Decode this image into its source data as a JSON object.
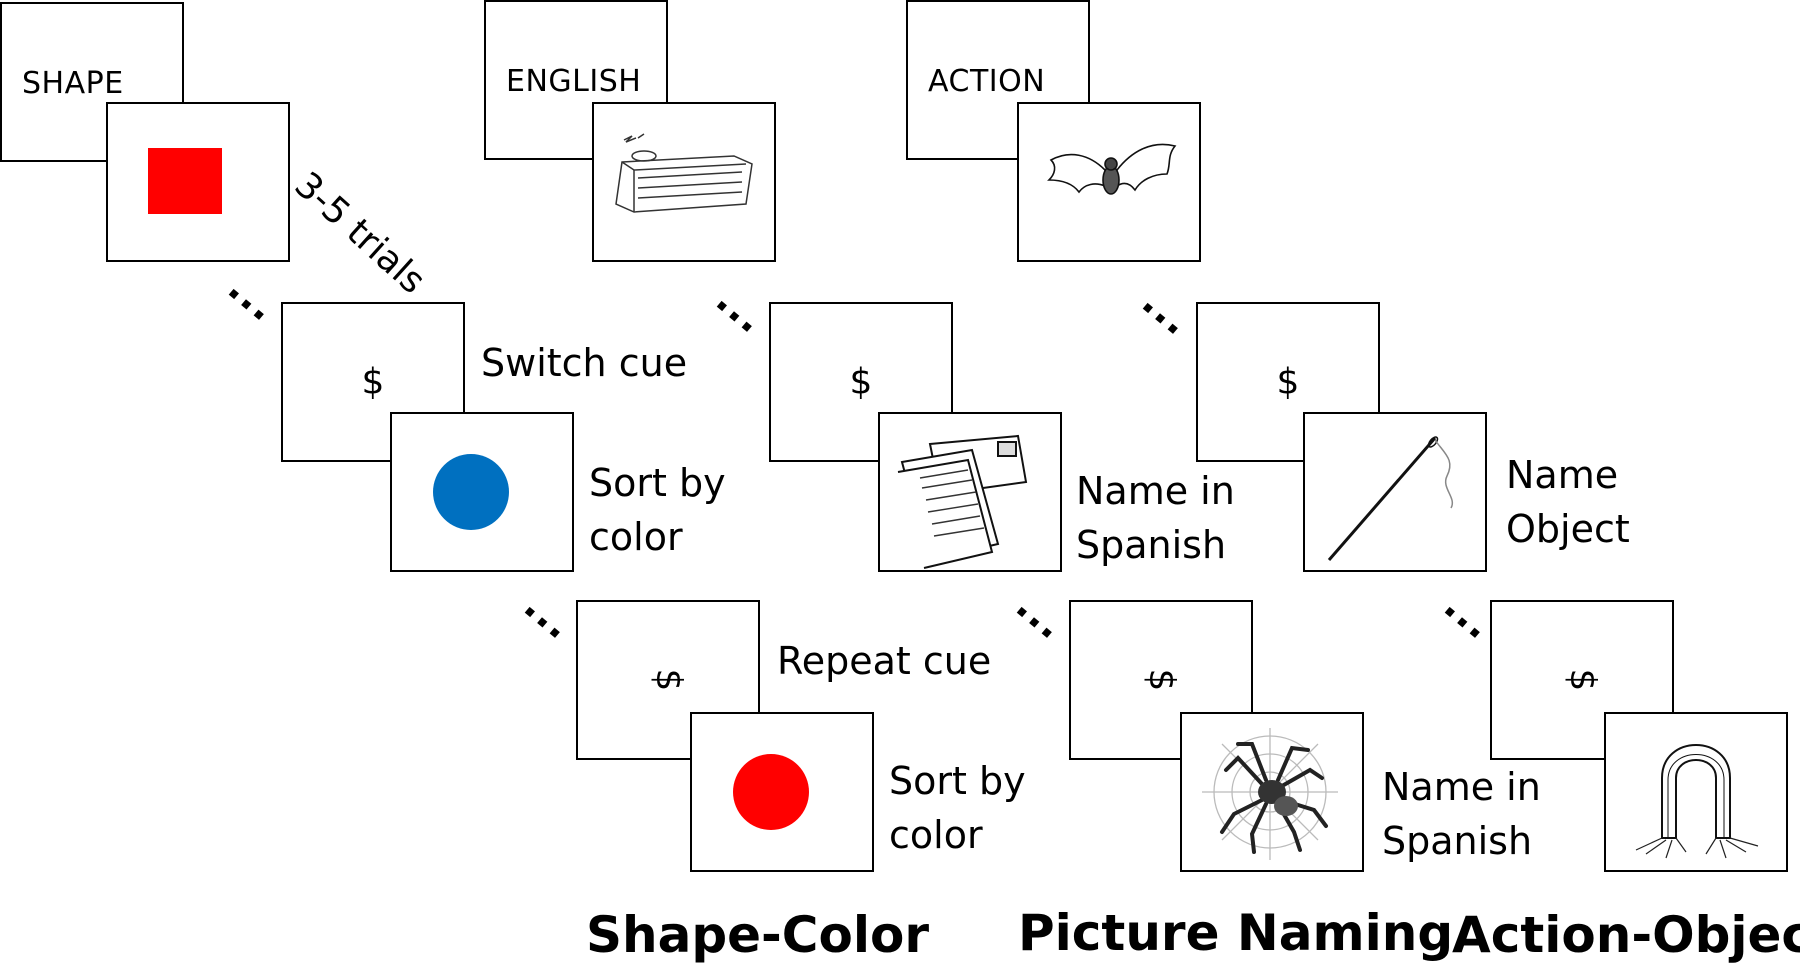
{
  "colors": {
    "red": "#ff0000",
    "blue": "#0070c0"
  },
  "shape_color": {
    "title": "Shape-Color",
    "task_cue": "SHAPE",
    "trials_note": "3-5 trials",
    "switch_symbol": "$",
    "switch_label": "Switch cue",
    "switch_response": [
      "Sort by",
      "color"
    ],
    "repeat_symbol": "$",
    "repeat_label": "Repeat cue",
    "repeat_response": [
      "Sort by",
      "color"
    ]
  },
  "picture_naming": {
    "title": "Picture Naming",
    "task_cue": "ENGLISH",
    "switch_symbol": "$",
    "switch_response": [
      "Name in",
      "Spanish"
    ],
    "repeat_symbol": "$",
    "repeat_response": [
      "Name in",
      "Spanish"
    ]
  },
  "action_object": {
    "title": "Action-Object",
    "task_cue": "ACTION",
    "switch_symbol": "$",
    "switch_response": [
      "Name",
      "Object"
    ],
    "repeat_symbol": "$"
  },
  "ellipsis": "..."
}
